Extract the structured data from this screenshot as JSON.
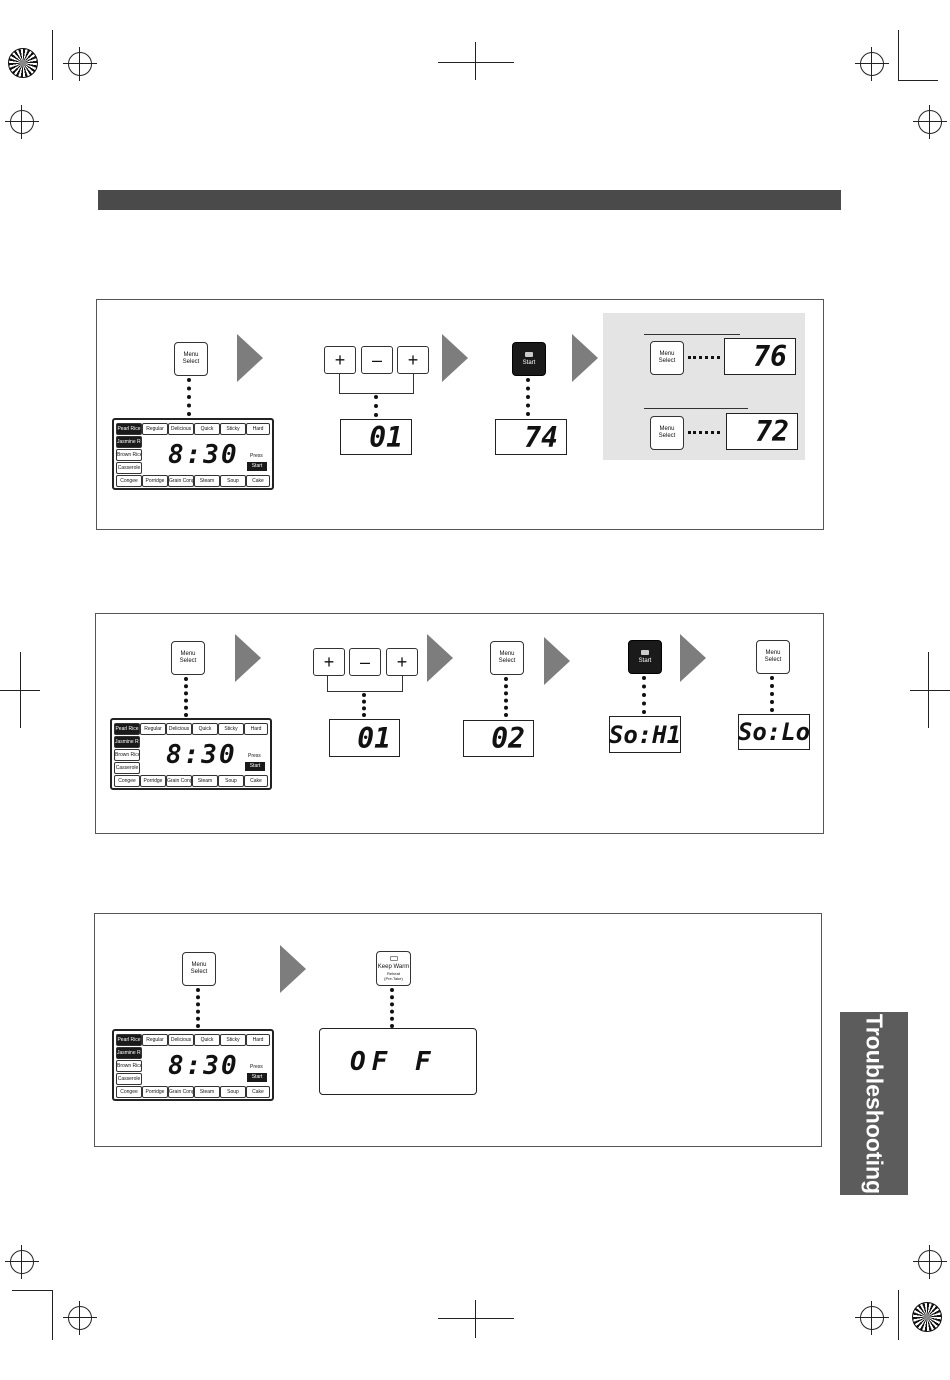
{
  "side_tab": {
    "label": "Troubleshooting"
  },
  "buttons": {
    "menu_select": "Menu\nSelect",
    "start": "Start",
    "keep_warm": "Keep Warm",
    "keep_warm_sub": "Reheat\n(Pre-Take)",
    "plus": "+",
    "minus": "–"
  },
  "control_panel": {
    "time": "8:30",
    "press": "Press",
    "start": "Start",
    "keys": [
      "Pearl Rice",
      "Regular",
      "Delicious",
      "Quick",
      "Sticky",
      "Hard",
      "Jasmine Rice",
      "Brown Rice",
      "Casserole",
      "Congee",
      "Porridge",
      "Grain Congee",
      "Steam",
      "Soup",
      "Cake"
    ]
  },
  "section1": {
    "display_code": "01",
    "display_result": "74",
    "alt_value_1": "76",
    "alt_value_2": "72"
  },
  "section2": {
    "display_code": "01",
    "display_next": "02",
    "display_hi": "So:H1",
    "display_lo": "So:Lo"
  },
  "section3": {
    "display_off": "OF F"
  }
}
